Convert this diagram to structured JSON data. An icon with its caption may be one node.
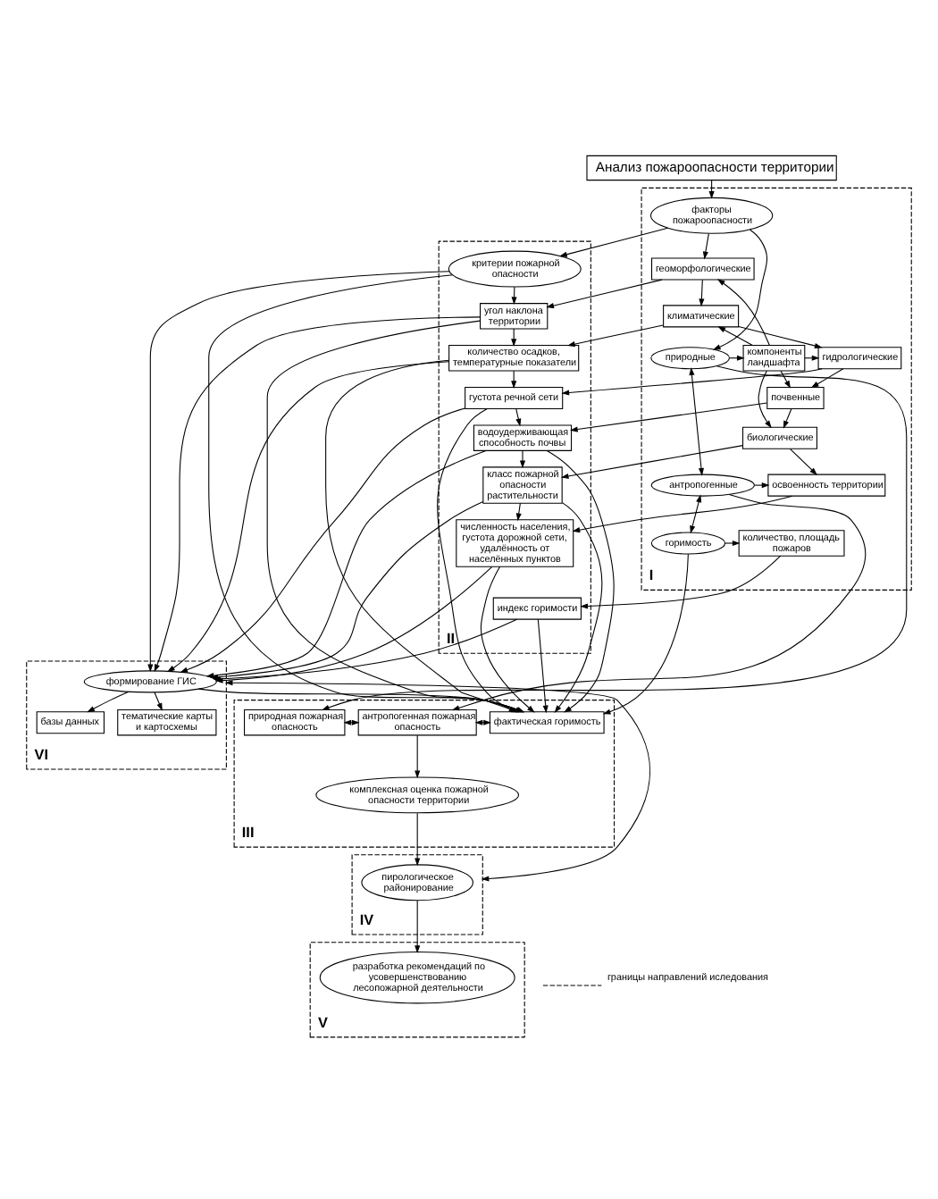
{
  "diagram": {
    "nodes": [
      {
        "text": [
          "Анализ пожароопасности территории"
        ]
      },
      {
        "text": [
          "I"
        ]
      },
      {
        "text": [
          "факторы пожароопасности"
        ],
        "in": 1
      },
      {
        "text": [
          "природные"
        ],
        "in": 1
      },
      {
        "text": [
          "компоненты ландшафта"
        ],
        "in": 1
      },
      {
        "text": [
          "геоморфологические"
        ],
        "in": 1
      },
      {
        "text": [
          "климатические"
        ],
        "in": 1
      },
      {
        "text": [
          "гидрологические"
        ],
        "in": 1
      },
      {
        "text": [
          "почвенные"
        ],
        "in": 1
      },
      {
        "text": [
          "биологические"
        ],
        "in": 1
      },
      {
        "text": [
          "антропогенные"
        ],
        "in": 1
      },
      {
        "text": [
          "освоенность территории"
        ],
        "in": 1
      },
      {
        "text": [
          "горимость"
        ],
        "in": 1
      },
      {
        "text": [
          "количество, площадь пожаров"
        ],
        "in": 1
      },
      {
        "text": [
          "II"
        ]
      },
      {
        "text": [
          "критерии пожарной опасности"
        ],
        "in": 14
      },
      {
        "text": [
          "угол наклона территории"
        ],
        "in": 14
      },
      {
        "text": [
          "количество осадков, температурные показатели"
        ],
        "in": 14
      },
      {
        "text": [
          "густота речной сети"
        ],
        "in": 14
      },
      {
        "text": [
          "водоудерживающая способность почвы"
        ],
        "in": 14
      },
      {
        "text": [
          "класс пожарной опасности растительности"
        ],
        "in": 14
      },
      {
        "text": [
          "численность населения, густота дорожной сети, удалённость от населённых пунктов"
        ],
        "in": 14
      },
      {
        "text": [
          "индекс горимости"
        ],
        "in": 14
      },
      {
        "text": [
          "VI"
        ]
      },
      {
        "text": [
          "формирование ГИС"
        ],
        "in": 23
      },
      {
        "text": [
          "базы данных"
        ],
        "in": 23
      },
      {
        "text": [
          "тематические карты и картосхемы"
        ],
        "in": 23
      },
      {
        "text": [
          "III"
        ]
      },
      {
        "text": [
          "природная пожарная опасность"
        ],
        "in": 27
      },
      {
        "text": [
          "антропогенная пожарная опасность"
        ],
        "in": 27
      },
      {
        "text": [
          "фактическая горимость"
        ],
        "in": 27
      },
      {
        "text": [
          "комплексная оценка пожарной опасности территории"
        ],
        "in": 27
      },
      {
        "text": [
          "IV"
        ]
      },
      {
        "text": [
          "пирологическое районирование"
        ],
        "in": 32
      },
      {
        "text": [
          "V"
        ]
      },
      {
        "text": [
          "разработка рекомендаций по усовершенствованию лесопожарной деятельности"
        ],
        "in": 34
      }
    ],
    "edges": [
      {
        "from": 0,
        "to": 2,
        "arrow": "to"
      },
      {
        "from": 2,
        "to": 15,
        "arrow": "to"
      },
      {
        "from": 2,
        "to": 3,
        "arrow": "to"
      },
      {
        "from": 2,
        "to": 5,
        "arrow": "to"
      },
      {
        "from": 5,
        "to": 6,
        "arrow": "to"
      },
      {
        "from": 6,
        "to": 7,
        "arrow": "to"
      },
      {
        "from": 7,
        "to": 8,
        "arrow": "to"
      },
      {
        "from": 8,
        "to": 9,
        "arrow": "to"
      },
      {
        "from": 9,
        "to": 11,
        "arrow": "to"
      },
      {
        "from": 3,
        "to": 4,
        "arrow": "to"
      },
      {
        "from": 4,
        "to": 5,
        "arrow": "to"
      },
      {
        "from": 4,
        "to": 6,
        "arrow": "to"
      },
      {
        "from": 4,
        "to": 7,
        "arrow": "to"
      },
      {
        "from": 4,
        "to": 8,
        "arrow": "to"
      },
      {
        "from": 4,
        "to": 9,
        "arrow": "to"
      },
      {
        "from": 3,
        "to": 10,
        "arrow": "both"
      },
      {
        "from": 10,
        "to": 12,
        "arrow": "both"
      },
      {
        "from": 10,
        "to": 11,
        "arrow": "to"
      },
      {
        "from": 12,
        "to": 13,
        "arrow": "to"
      },
      {
        "from": 5,
        "to": 16,
        "arrow": "to"
      },
      {
        "from": 6,
        "to": 17,
        "arrow": "to"
      },
      {
        "from": 7,
        "to": 18,
        "arrow": "to"
      },
      {
        "from": 8,
        "to": 19,
        "arrow": "to"
      },
      {
        "from": 9,
        "to": 20,
        "arrow": "to"
      },
      {
        "from": 11,
        "to": 21,
        "arrow": "to"
      },
      {
        "from": 13,
        "to": 22,
        "arrow": "to"
      },
      {
        "from": 15,
        "to": 16,
        "arrow": "to"
      },
      {
        "from": 16,
        "to": 17,
        "arrow": "to"
      },
      {
        "from": 17,
        "to": 18,
        "arrow": "to"
      },
      {
        "from": 18,
        "to": 19,
        "arrow": "to"
      },
      {
        "from": 19,
        "to": 20,
        "arrow": "to"
      },
      {
        "from": 20,
        "to": 21,
        "arrow": "to"
      },
      {
        "from": 15,
        "to": 24,
        "arrow": "to"
      },
      {
        "from": 16,
        "to": 24,
        "arrow": "to"
      },
      {
        "from": 17,
        "to": 24,
        "arrow": "to"
      },
      {
        "from": 18,
        "to": 24,
        "arrow": "to"
      },
      {
        "from": 19,
        "to": 24,
        "arrow": "to"
      },
      {
        "from": 20,
        "to": 24,
        "arrow": "to"
      },
      {
        "from": 21,
        "to": 24,
        "arrow": "to"
      },
      {
        "from": 22,
        "to": 24,
        "arrow": "to"
      },
      {
        "from": 15,
        "to": 30,
        "arrow": "to"
      },
      {
        "from": 16,
        "to": 30,
        "arrow": "to"
      },
      {
        "from": 17,
        "to": 30,
        "arrow": "to"
      },
      {
        "from": 18,
        "to": 30,
        "arrow": "to"
      },
      {
        "from": 19,
        "to": 30,
        "arrow": "to"
      },
      {
        "from": 20,
        "to": 30,
        "arrow": "to"
      },
      {
        "from": 21,
        "to": 30,
        "arrow": "to"
      },
      {
        "from": 22,
        "to": 30,
        "arrow": "to"
      },
      {
        "from": 24,
        "to": 30,
        "arrow": "to"
      },
      {
        "from": 24,
        "to": 25,
        "arrow": "to"
      },
      {
        "from": 24,
        "to": 26,
        "arrow": "to"
      },
      {
        "from": 3,
        "to": 28,
        "arrow": "to"
      },
      {
        "from": 10,
        "to": 29,
        "arrow": "to"
      },
      {
        "from": 12,
        "to": 30,
        "arrow": "to"
      },
      {
        "from": 28,
        "to": 29,
        "arrow": "both"
      },
      {
        "from": 29,
        "to": 30,
        "arrow": "both"
      },
      {
        "from": 29,
        "to": 31,
        "arrow": "to"
      },
      {
        "from": 31,
        "to": 33,
        "arrow": "to"
      },
      {
        "from": 33,
        "to": 35,
        "arrow": "to"
      },
      {
        "from": 32,
        "to": 23,
        "arrow": "both"
      }
    ],
    "legend": [
      {
        "text": "границы направлений иследования"
      }
    ]
  }
}
